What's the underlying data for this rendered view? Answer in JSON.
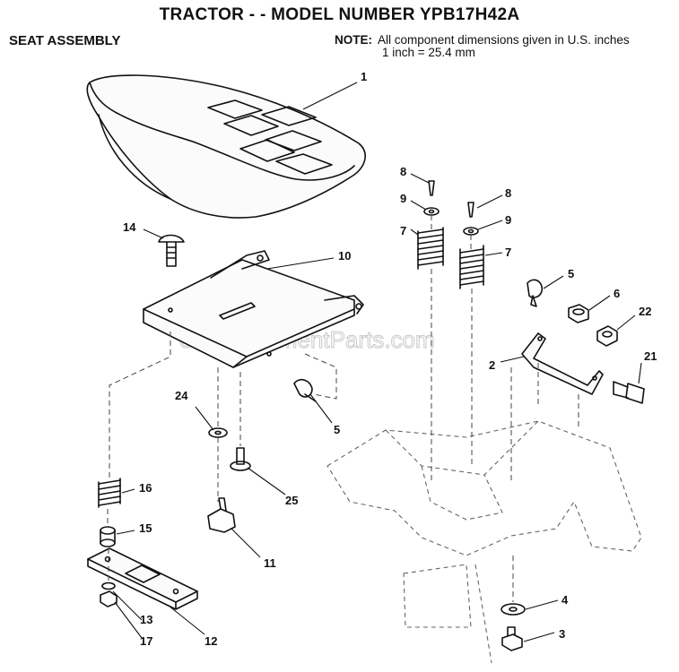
{
  "header": {
    "title": "TRACTOR - - MODEL NUMBER YPB17H42A",
    "section": "SEAT ASSEMBLY",
    "note_label": "NOTE:",
    "note_line1": "All component dimensions given in U.S. inches",
    "note_line2": "1 inch = 25.4 mm"
  },
  "watermark": "eReplacementParts.com",
  "callouts": {
    "c1": "1",
    "c2": "2",
    "c3": "3",
    "c4": "4",
    "c5a": "5",
    "c5b": "5",
    "c6": "6",
    "c7a": "7",
    "c7b": "7",
    "c8a": "8",
    "c8b": "8",
    "c9a": "9",
    "c9b": "9",
    "c10": "10",
    "c11": "11",
    "c12": "12",
    "c13": "13",
    "c14": "14",
    "c15": "15",
    "c16": "16",
    "c17": "17",
    "c21": "21",
    "c22": "22",
    "c24": "24",
    "c25": "25"
  }
}
